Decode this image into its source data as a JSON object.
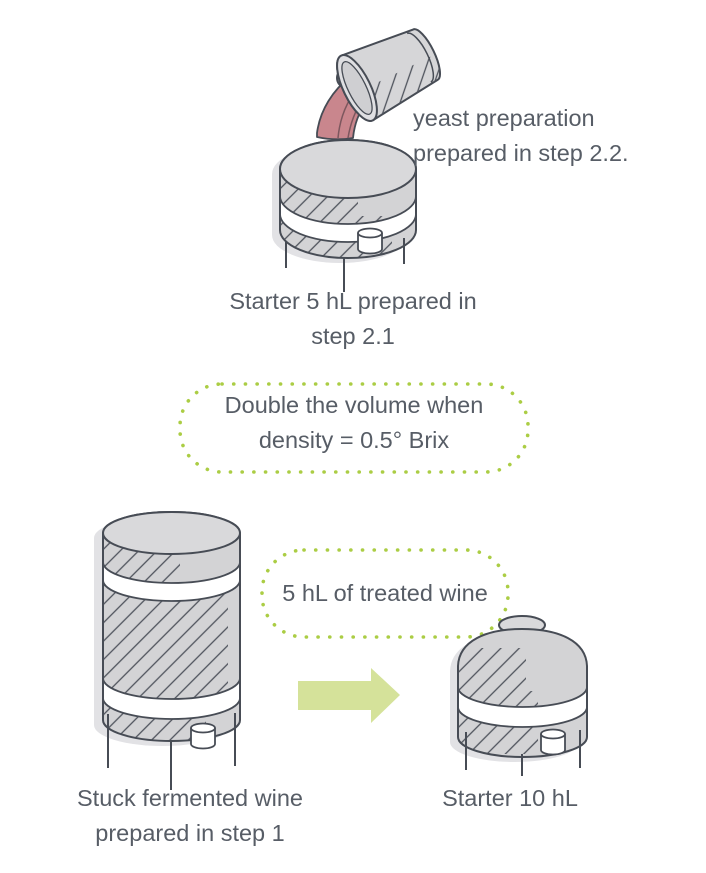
{
  "colors": {
    "text": "#575d66",
    "outline": "#474c55",
    "tank_gray": "#d3d3d5",
    "tank_top_gray": "#d9d9db",
    "shadow_gray": "#e2e2e5",
    "dot_green": "#abcd44",
    "arrow_fill": "#d5e29a",
    "liquid_pink": "#c9868d"
  },
  "diagram": {
    "yeast_note": {
      "line1": "yeast preparation",
      "line2": "prepared in step 2.2."
    },
    "starter5_caption": {
      "line1": "Starter 5 hL prepared in",
      "line2": "step 2.1"
    },
    "double_volume_callout": {
      "line1": "Double the volume when",
      "line2": "density = 0.5° Brix"
    },
    "treated_wine_callout": {
      "line1": "5 hL of treated wine"
    },
    "stuck_wine_caption": {
      "line1": "Stuck fermented wine",
      "line2": "prepared in step 1"
    },
    "starter10_caption": {
      "line1": "Starter 10 hL"
    }
  }
}
